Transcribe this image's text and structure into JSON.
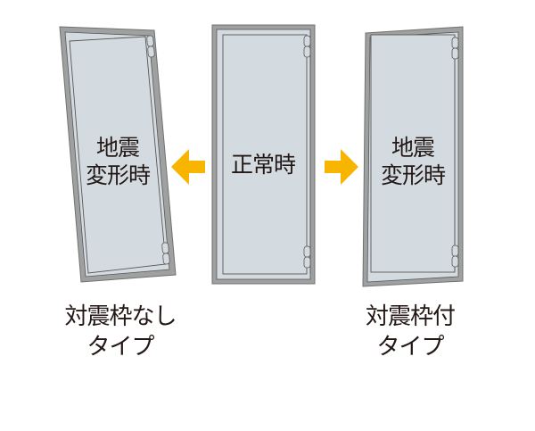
{
  "diagram": {
    "colors": {
      "frame": "#9fa0a0",
      "frame_stroke": "#595757",
      "panel": "#d3dbe0",
      "arrow": "#f8b500",
      "text": "#231815"
    },
    "doors": [
      {
        "id": "left",
        "label_line1": "地震",
        "label_line2": "変形時",
        "state": "deformed-without-seismic-frame"
      },
      {
        "id": "center",
        "label_line1": "正常時",
        "label_line2": "",
        "state": "normal"
      },
      {
        "id": "right",
        "label_line1": "地震",
        "label_line2": "変形時",
        "state": "deformed-with-seismic-frame"
      }
    ],
    "arrows": [
      {
        "id": "arrow-left",
        "direction": "left"
      },
      {
        "id": "arrow-right",
        "direction": "right"
      }
    ],
    "captions": {
      "left": {
        "line1": "対震枠なし",
        "line2": "タイプ"
      },
      "right": {
        "line1": "対震枠付",
        "line2": "タイプ"
      }
    }
  }
}
